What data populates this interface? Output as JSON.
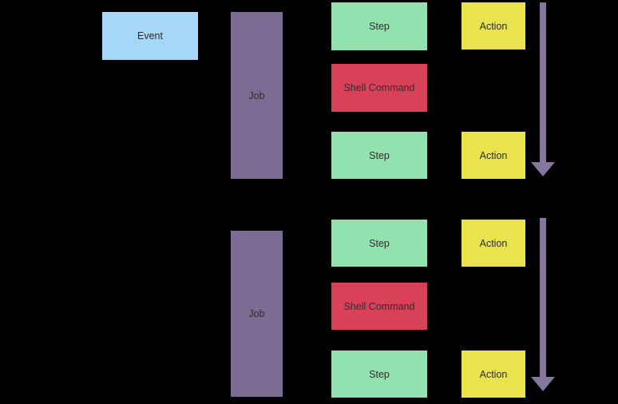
{
  "colors": {
    "background": "#000000",
    "event": "#A5D8F8",
    "job": "#7C6C93",
    "step": "#92E2B0",
    "shell_command": "#D84157",
    "action": "#E9E44E",
    "arrow": "#85769E",
    "text": "#2E2E2E"
  },
  "workflow": {
    "event": {
      "label": "Event"
    },
    "jobs": [
      {
        "label": "Job",
        "steps": [
          {
            "type": "step",
            "label": "Step",
            "action": {
              "label": "Action"
            }
          },
          {
            "type": "shell_command",
            "label": "Shell Command"
          },
          {
            "type": "step",
            "label": "Step",
            "action": {
              "label": "Action"
            }
          }
        ]
      },
      {
        "label": "Job",
        "steps": [
          {
            "type": "step",
            "label": "Step",
            "action": {
              "label": "Action"
            }
          },
          {
            "type": "shell_command",
            "label": "Shell Command"
          },
          {
            "type": "step",
            "label": "Step",
            "action": {
              "label": "Action"
            }
          }
        ]
      }
    ]
  }
}
